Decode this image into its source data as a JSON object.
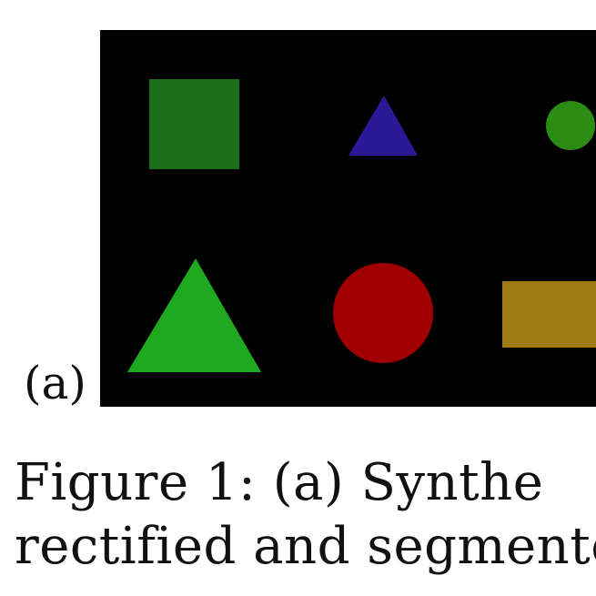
{
  "figure": {
    "panel_label": "(a)",
    "caption_line1": "Figure 1:  (a) Synthe",
    "caption_line2": "rectified and segmente",
    "shapes": [
      {
        "kind": "square",
        "color": "#1b6f1b"
      },
      {
        "kind": "triangle",
        "color": "#2a1896"
      },
      {
        "kind": "circle",
        "color": "#2a8c12"
      },
      {
        "kind": "triangle",
        "color": "#20a820"
      },
      {
        "kind": "circle",
        "color": "#a00000"
      },
      {
        "kind": "rectangle",
        "color": "#a07a12"
      }
    ]
  }
}
